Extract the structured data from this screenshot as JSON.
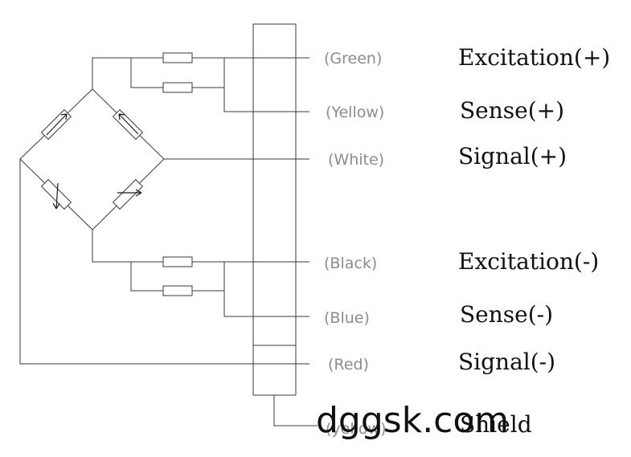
{
  "wires": [
    {
      "id": "green",
      "color_label": "(Green)",
      "function_label": "Excitation(+)"
    },
    {
      "id": "yellow",
      "color_label": "(Yellow)",
      "function_label": "Sense(+)"
    },
    {
      "id": "white",
      "color_label": "(White)",
      "function_label": "Signal(+)"
    },
    {
      "id": "black",
      "color_label": "(Black)",
      "function_label": "Excitation(-)"
    },
    {
      "id": "blue",
      "color_label": "(Blue)",
      "function_label": "Sense(-)"
    },
    {
      "id": "red",
      "color_label": "(Red)",
      "function_label": "Signal(-)"
    }
  ],
  "shield": {
    "color_label": "(yellow)",
    "function_label": "Shield"
  },
  "watermark": "dggsk.com"
}
